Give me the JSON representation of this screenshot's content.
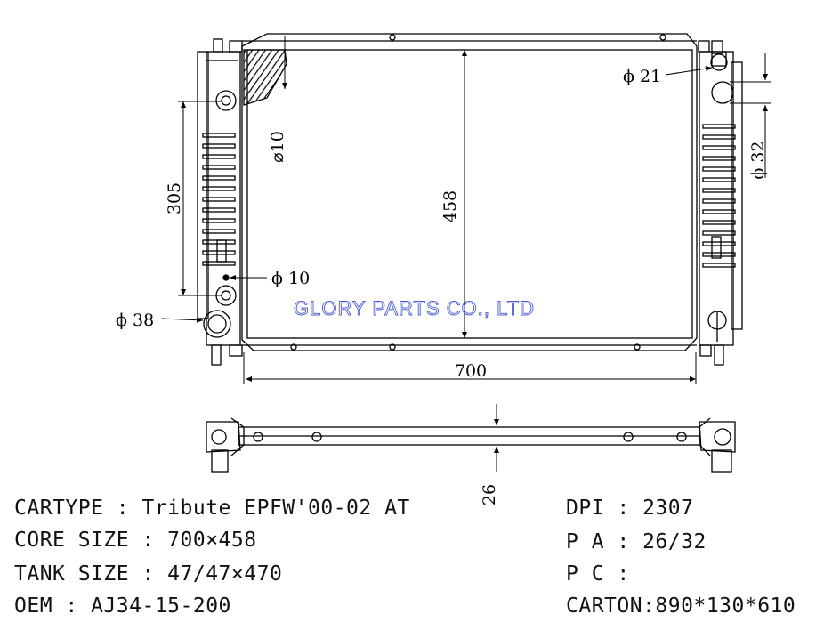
{
  "dimensions": {
    "height": "458",
    "width": "700",
    "bracket_spacing": "305",
    "thickness": "26",
    "pipe_small": "⌀10",
    "pipe_drain": "ϕ 10",
    "inlet": "ϕ 38",
    "cap": "ϕ 21",
    "outlet": "ϕ 32"
  },
  "watermark": "GLORY PARTS CO., LTD",
  "specs": {
    "cartype": "CARTYPE : Tribute EPFW'00-02 AT",
    "core_size": "CORE SIZE : 700×458",
    "tank_size": "TANK SIZE : 47/47×470",
    "oem": "OEM : AJ34-15-200",
    "dpi": "DPI : 2307",
    "pa": "P A : 26/32",
    "pc": "P C :",
    "carton": "CARTON:890*130*610"
  }
}
